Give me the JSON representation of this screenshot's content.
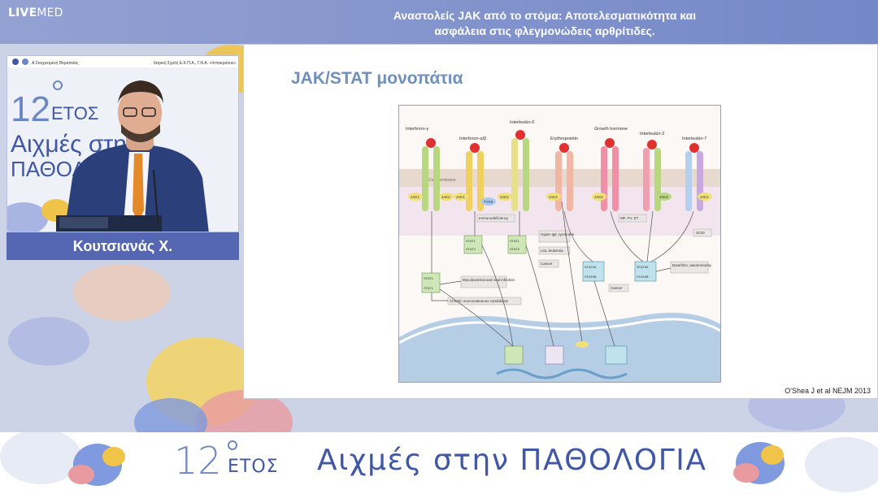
{
  "brand": {
    "bold": "LIVE",
    "thin": "MED"
  },
  "talk": {
    "title_line1": "Αναστολείς JAK από το στόμα: Αποτελεσματικότητα και",
    "title_line2": "ασφάλεια στις φλεγμονώδεις αρθρίτιδες."
  },
  "speaker": {
    "name": "Κουτσιανάς Χ.",
    "backdrop": {
      "org_left": "Α Στοιχειομένη Θεραπείας",
      "org_right": "Ιατρική Σχολή Ε.Κ.Π.Α., Γ.Ν.Α. «Ιπποκράτειο»",
      "year_number": "12",
      "year_word": "ΕΤΟΣ",
      "line1": "Αιχμές στην",
      "line2": "ΠΑΘΟΛΟΓΙΑ"
    }
  },
  "slide": {
    "title": "JAK/STAT μονοπάτια",
    "citation": "O'Shea J et al NEJM 2013",
    "figure": {
      "receptors": [
        "Interferon-γ",
        "Interferon-α/β",
        "Interleukin-6",
        "Erythropoietin",
        "Growth hormone",
        "Interleukin-2",
        "Interleukin-7"
      ],
      "kinases": [
        "JAK1",
        "JAK2",
        "TYK2",
        "JAK1",
        "JAK2",
        "JAK2",
        "JAK2",
        "JAK3",
        "JAK1"
      ],
      "labels": {
        "cell_membrane": "Cell membrane",
        "immunodeficiency": "Immunodeficiency",
        "mpn": "MF, PV, ET",
        "scid": "SCID",
        "hyper_ige": "Hyper-IgE syndrome",
        "lgl": "LGL leukemia",
        "cancer1": "Cancer",
        "cancer2": "Cancer",
        "mycobacterial": "Mycobacterial and viral infection",
        "cmc": "Chronic mucocutaneous candidiasis",
        "dwarfism": "Dwarfism, autoimmunity"
      },
      "stats": [
        "STAT1",
        "STAT2",
        "STAT1",
        "STAT3",
        "STAT1",
        "STAT1",
        "STAT5A",
        "STAT5B",
        "STAT5A",
        "STAT5B"
      ]
    }
  },
  "banner": {
    "year_number": "12",
    "year_word": "ΕΤΟΣ",
    "title": "Αιχμές στην ΠΑΘΟΛΟΓΙΑ"
  },
  "colors": {
    "accent_blue": "#5566b3",
    "slide_title": "#6f8fbe",
    "banner_text": "#3f57a6"
  }
}
